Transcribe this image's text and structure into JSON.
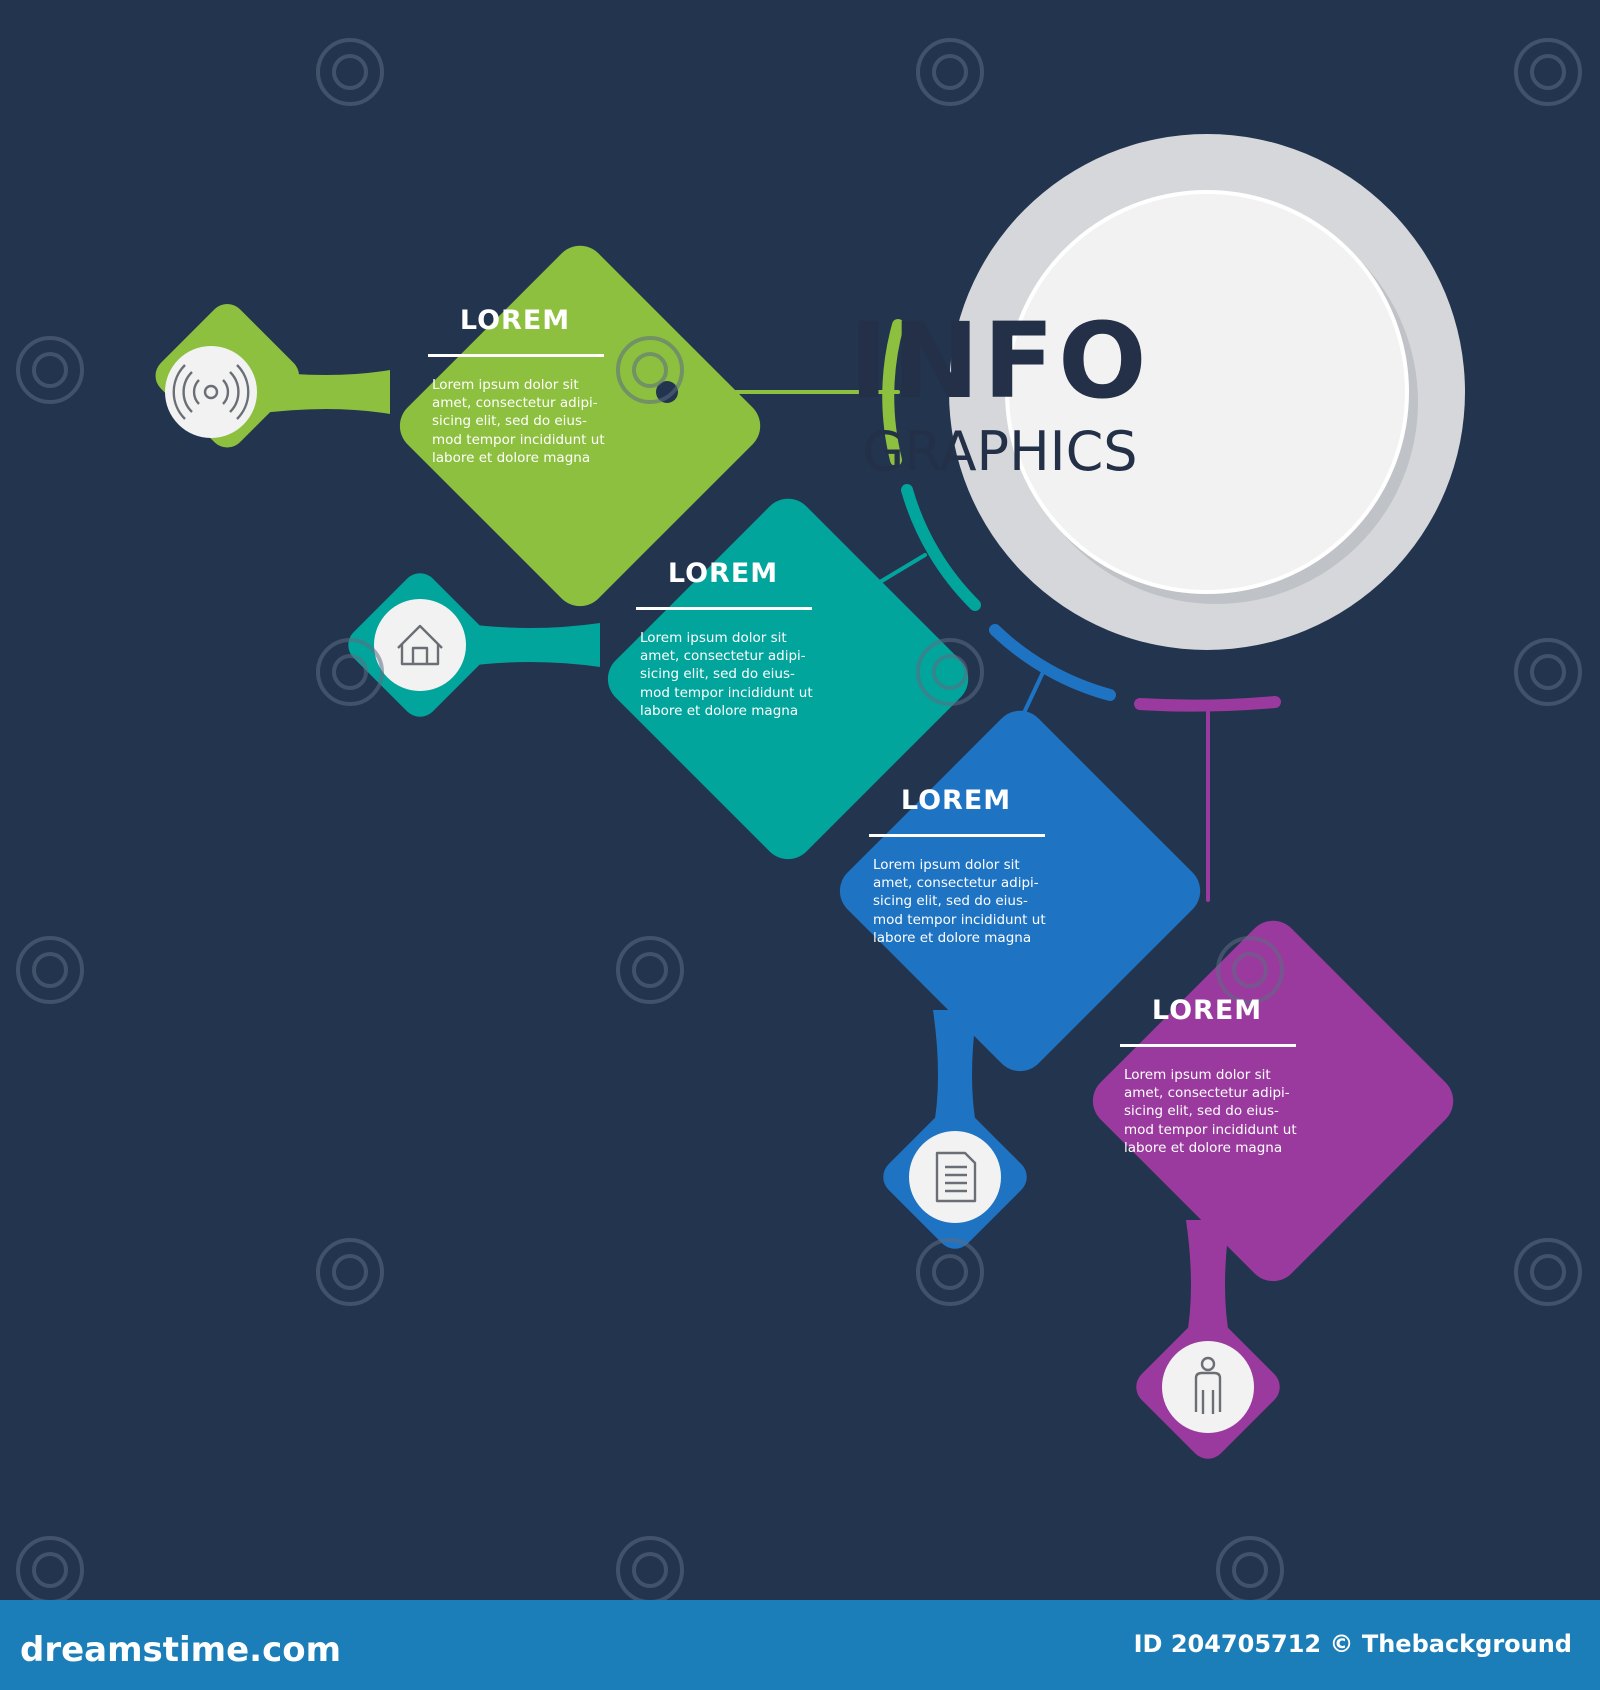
{
  "hub": {
    "line1": "INFO",
    "line2": "GRAPHICS"
  },
  "cards": [
    {
      "title": "LOREM",
      "body": "Lorem ipsum dolor sit\namet, consectetur adipi-\nsicing elit, sed do eius-\nmod tempor incididunt ut\nlabore et dolore magna",
      "icon": "signal-icon",
      "color": "#8dc03f"
    },
    {
      "title": "LOREM",
      "body": "Lorem ipsum dolor sit\namet, consectetur adipi-\nsicing elit, sed do eius-\nmod tempor incididunt ut\nlabore et dolore magna",
      "icon": "home-icon",
      "color": "#02a59c"
    },
    {
      "title": "LOREM",
      "body": "Lorem ipsum dolor sit\namet, consectetur adipi-\nsicing elit, sed do eius-\nmod tempor incididunt ut\nlabore et dolore magna",
      "icon": "document-icon",
      "color": "#1e73c3"
    },
    {
      "title": "LOREM",
      "body": "Lorem ipsum dolor sit\namet, consectetur adipi-\nsicing elit, sed do eius-\nmod tempor incididunt ut\nlabore et dolore magna",
      "icon": "person-icon",
      "color": "#9b3a9e"
    }
  ],
  "colors": {
    "background": "#23344f",
    "hub_outer": "#d5d7da",
    "hub_inner": "#f2f2f3",
    "hub_text": "#233047",
    "footer": "#1b7eb8"
  },
  "footer": {
    "logo": "dreamstime.com",
    "id_text": "ID 204705712 © Thebackground"
  }
}
